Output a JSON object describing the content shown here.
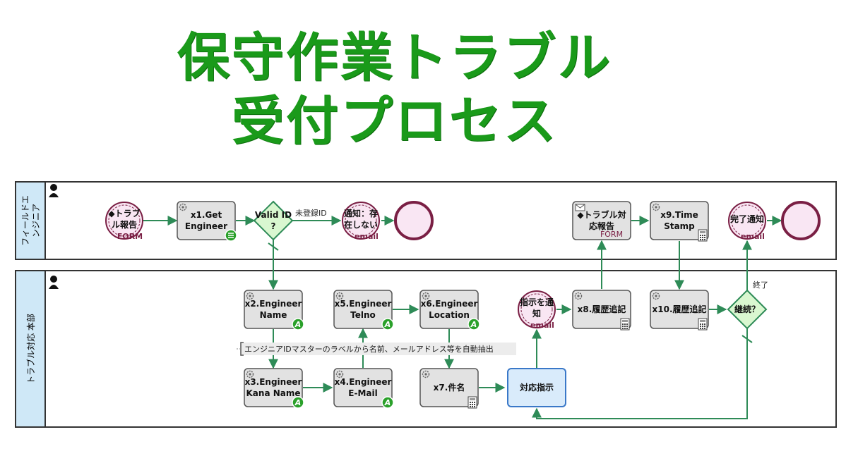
{
  "title": {
    "line1": "保守作業トラブル",
    "line2": "受付プロセス"
  },
  "lanes": [
    {
      "id": "field",
      "name": "フィールドエンジニア",
      "name_lines": [
        "フィールドエ",
        "ンジニア"
      ]
    },
    {
      "id": "hq",
      "name": "トラブル対応 本部",
      "name_lines": [
        "トラブル対応 本部"
      ]
    }
  ],
  "nodes": {
    "start_form": {
      "lines": [
        "◆トラブ",
        "ル報告"
      ],
      "tag": "FORM"
    },
    "x1": {
      "lines": [
        "x1.Get",
        "Engineer"
      ]
    },
    "gw_valid": {
      "lines": [
        "Valid ID",
        "?"
      ]
    },
    "notify_missing": {
      "lines": [
        "通知：存",
        "在しない"
      ],
      "tag": "email"
    },
    "report_form": {
      "lines": [
        "◆トラブル対",
        "応報告"
      ],
      "tag": "FORM"
    },
    "x9": {
      "lines": [
        "x9.Time",
        "Stamp"
      ]
    },
    "done_notify": {
      "lines": [
        "完了通知"
      ],
      "tag": "email"
    },
    "x2": {
      "lines": [
        "x2.Engineer",
        "Name"
      ]
    },
    "x5": {
      "lines": [
        "x5.Engineer",
        "Telno"
      ]
    },
    "x6": {
      "lines": [
        "x6.Engineer",
        "Location"
      ]
    },
    "notify_instr": {
      "lines": [
        "指示を通",
        "知"
      ],
      "tag": "email"
    },
    "x8": {
      "lines": [
        "x8.履歴追記"
      ]
    },
    "x10": {
      "lines": [
        "x10.履歴追記"
      ]
    },
    "gw_continue": {
      "lines": [
        "継続？"
      ]
    },
    "x3": {
      "lines": [
        "x3.Engineer",
        "Kana Name"
      ]
    },
    "x4": {
      "lines": [
        "x4.Engineer",
        "E-Mail"
      ]
    },
    "x7": {
      "lines": [
        "x7.件名"
      ]
    },
    "instr": {
      "lines": [
        "対応指示"
      ]
    }
  },
  "edge_labels": {
    "unregistered": "未登録ID",
    "finished": "終了"
  },
  "annotation": "エンジニアIDマスターのラベルから名前、メールアドレス等を自動抽出",
  "colors": {
    "title_green": "#1a9a1a",
    "flow_green": "#2e8b57",
    "task_fill": "#e2e2e2",
    "gateway_fill": "#d9f7d0",
    "event_fill": "#f9e6f3",
    "event_stroke": "#7a1f44",
    "highlight_fill": "#d9ebfb",
    "highlight_stroke": "#3a78c8",
    "lane_label_fill": "#cfe8f7"
  }
}
